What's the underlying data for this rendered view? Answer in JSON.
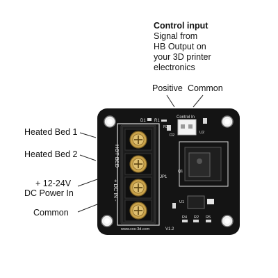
{
  "annotations": {
    "control_input_title": "Control input",
    "control_input_desc": [
      "Signal from",
      "HB Output on",
      "your 3D printer",
      "electronics"
    ],
    "positive": "Positive",
    "common_top": "Common",
    "heated_bed_1": "Heated Bed 1",
    "heated_bed_2": "Heated Bed 2",
    "dc_power_line1": "+ 12-24V",
    "dc_power_line2": "DC Power In",
    "common_bottom": "Common"
  },
  "board": {
    "silk_hot_bed": "HOT BED",
    "silk_dc_in": "+ DC IN -",
    "silk_control_in": "Control In",
    "silk_jp1": "JP1",
    "silk_d1": "D1",
    "silk_r1": "R1",
    "silk_r3": "R3",
    "silk_d2": "D2",
    "silk_u2": "U2",
    "silk_q1": "Q1",
    "silk_u1": "U1",
    "silk_r4": "R4",
    "silk_r2": "R2",
    "silk_r5": "R5",
    "silk_website": "www.cxs-3d.com",
    "silk_version": "V1.2"
  },
  "colors": {
    "pcb": "#141414",
    "silk": "#e8e8e8",
    "terminal": "#1c1c1c",
    "screw_gold": "#c9a24a",
    "mosfet": "#2a2a2a"
  }
}
